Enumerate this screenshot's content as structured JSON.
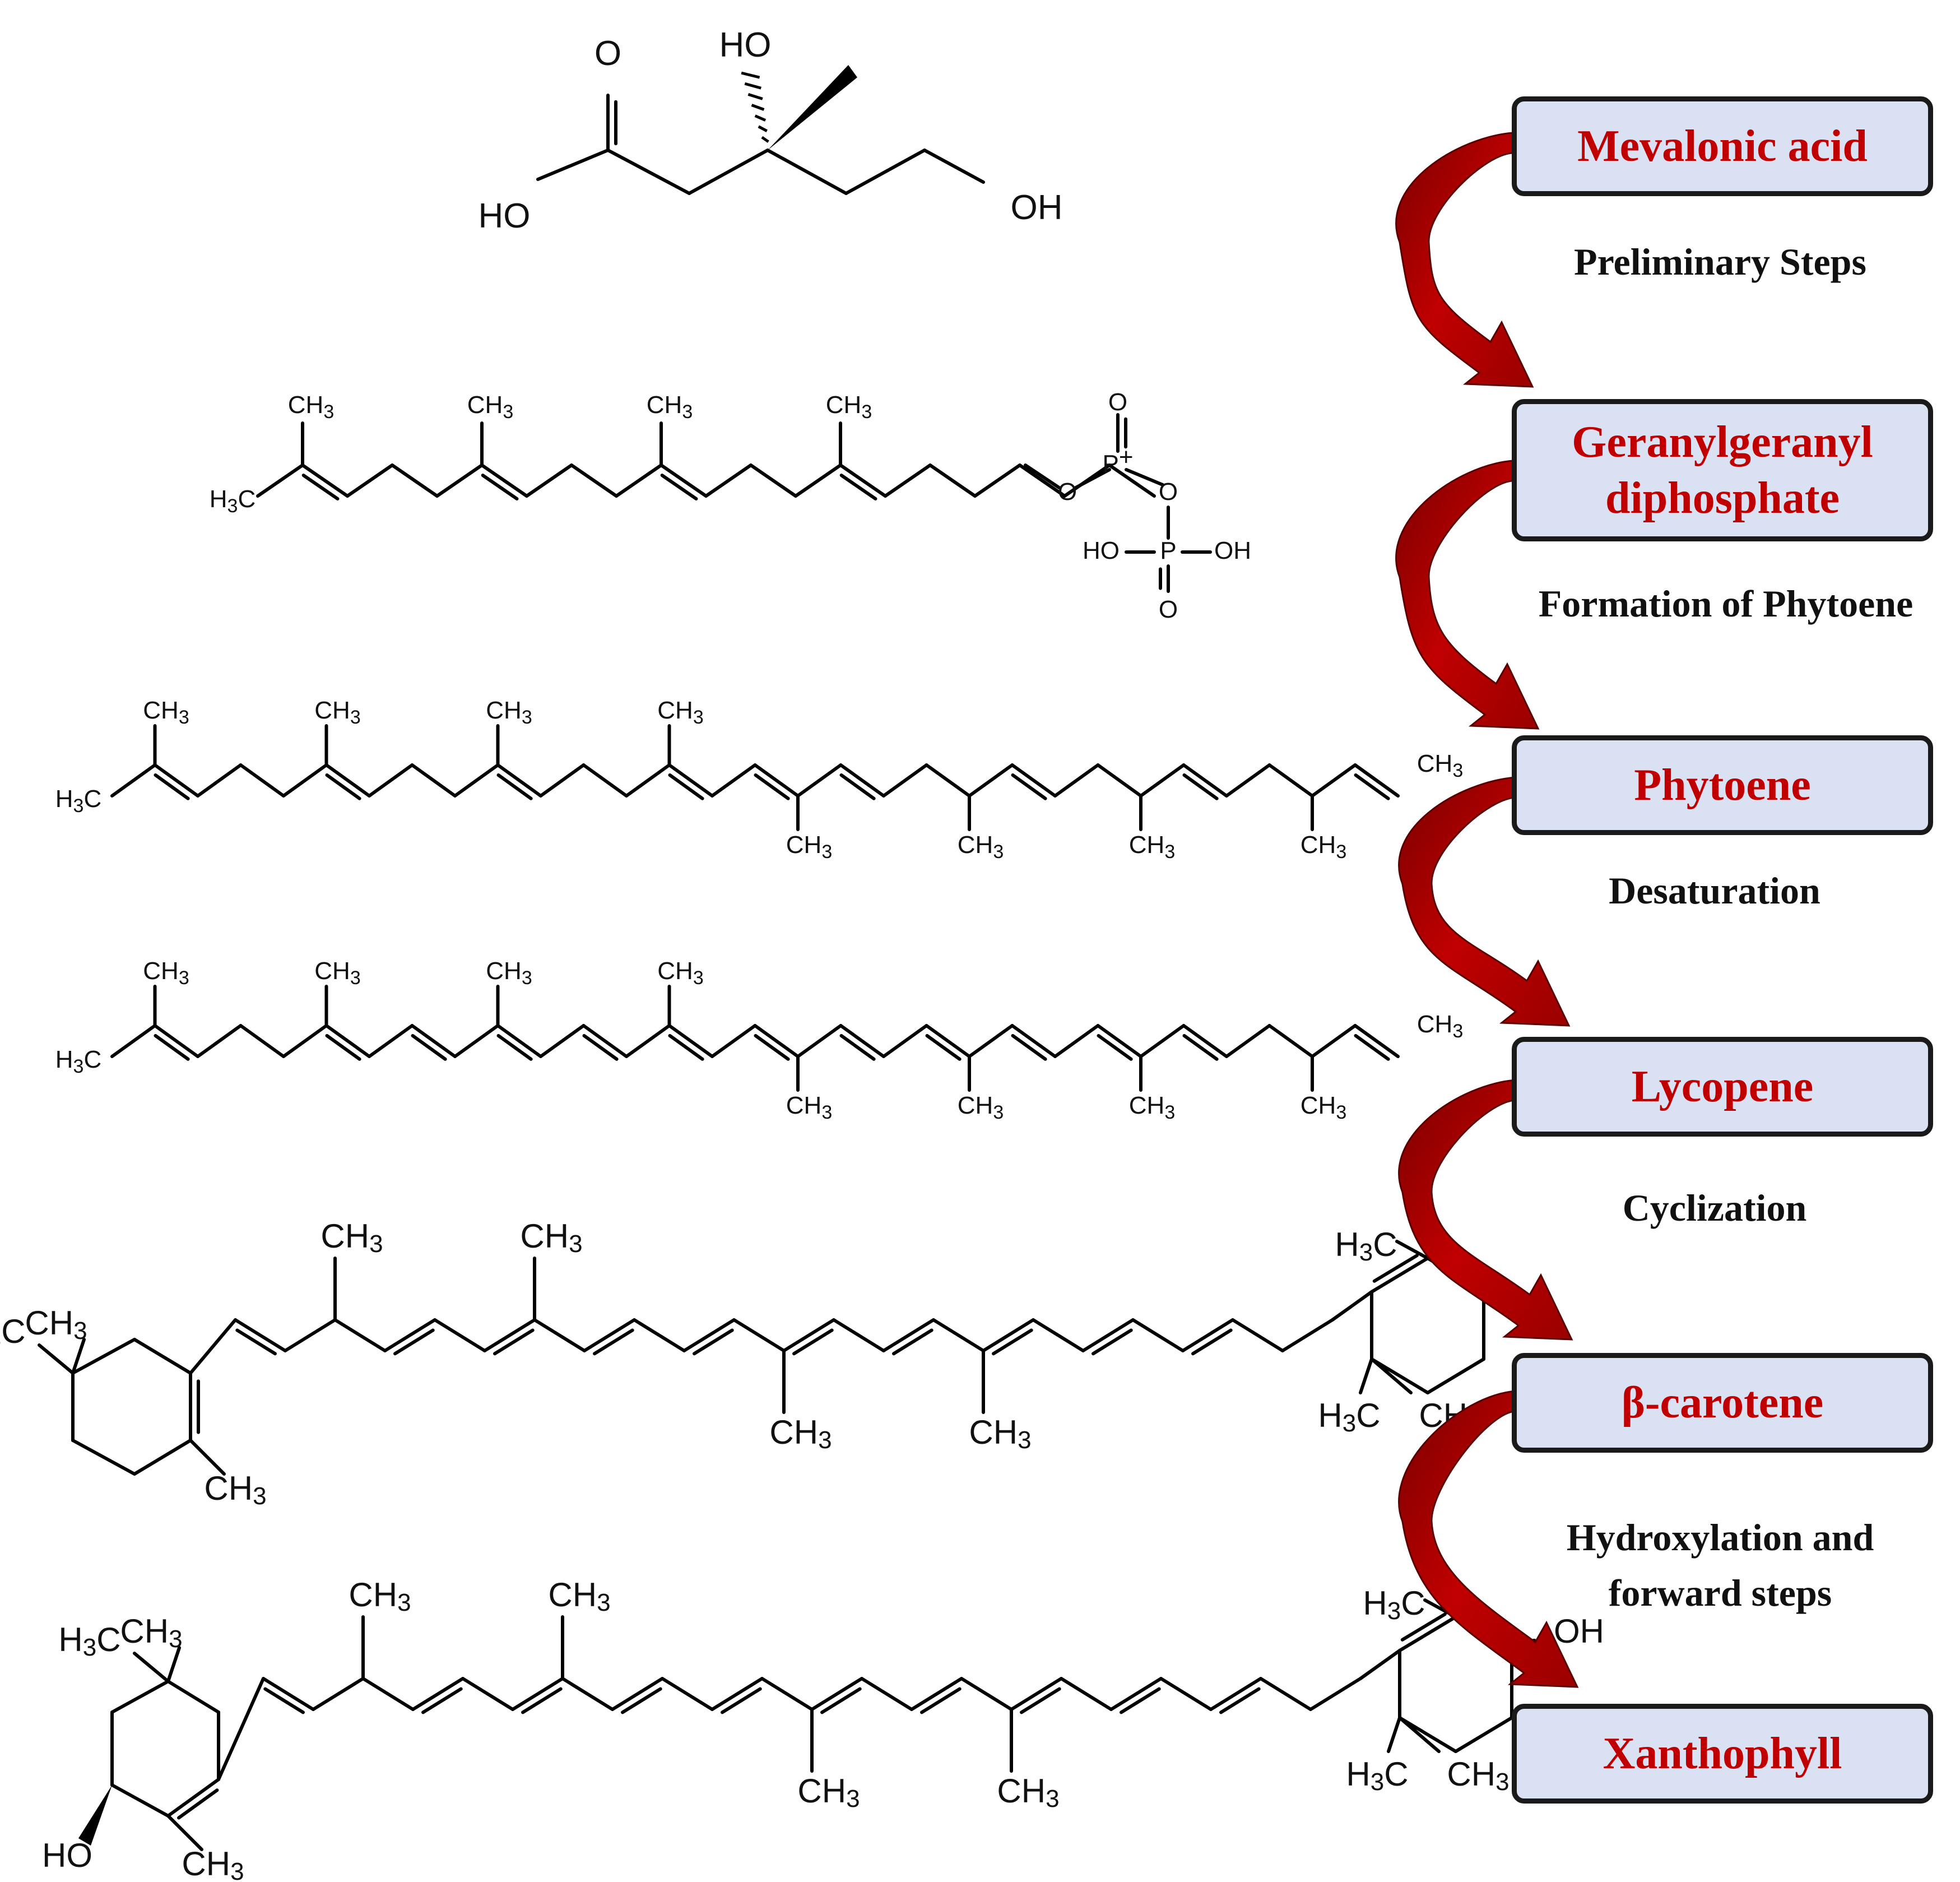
{
  "pathway": {
    "nodes": [
      {
        "label": "Mevalonic acid"
      },
      {
        "label": "Geranylgeranyl diphosphate"
      },
      {
        "label": "Phytoene"
      },
      {
        "label": "Lycopene"
      },
      {
        "label": "β-carotene"
      },
      {
        "label": "Xanthophyll"
      }
    ],
    "steps": [
      {
        "label": "Preliminary Steps"
      },
      {
        "label": "Formation of Phytoene"
      },
      {
        "label": "Desaturation"
      },
      {
        "label": "Cyclization"
      },
      {
        "label": "Hydroxylation and forward steps"
      }
    ]
  },
  "atom_labels": {
    "O": "O",
    "OH": "OH",
    "HO": "HO",
    "CH": "CH",
    "HC": "H",
    "C": "C",
    "sub3": "3",
    "P": "P",
    "plus": "+"
  },
  "colors": {
    "box_fill": "#d9e1f2",
    "box_text": "#c00000",
    "arrow": "#c00000",
    "structure": "#000000"
  }
}
